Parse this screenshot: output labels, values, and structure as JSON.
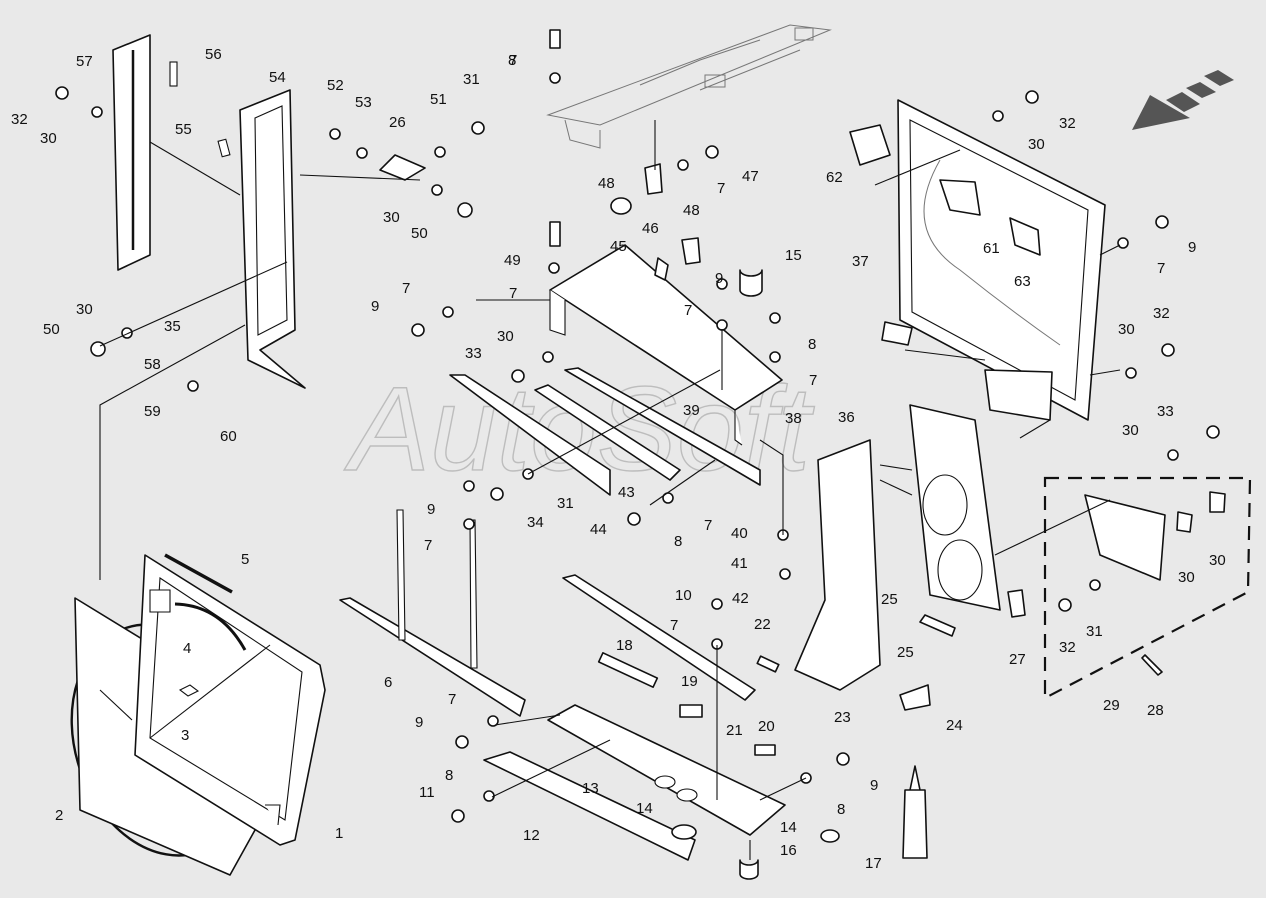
{
  "watermark": "AutoSoft",
  "callouts": [
    "1",
    "2",
    "3",
    "4",
    "5",
    "6",
    "7",
    "7",
    "7",
    "7",
    "7",
    "7",
    "7",
    "7",
    "7",
    "7",
    "7",
    "8",
    "8",
    "8",
    "8",
    "8",
    "9",
    "9",
    "9",
    "9",
    "9",
    "9",
    "10",
    "11",
    "12",
    "13",
    "14",
    "14",
    "15",
    "16",
    "17",
    "18",
    "19",
    "20",
    "21",
    "22",
    "23",
    "24",
    "25",
    "25",
    "26",
    "27",
    "28",
    "29",
    "30",
    "30",
    "30",
    "30",
    "30",
    "30",
    "30",
    "30",
    "30",
    "31",
    "31",
    "31",
    "32",
    "32",
    "32",
    "32",
    "33",
    "33",
    "34",
    "35",
    "36",
    "37",
    "38",
    "39",
    "40",
    "41",
    "42",
    "43",
    "44",
    "45",
    "46",
    "47",
    "48",
    "48",
    "49",
    "50",
    "50",
    "51",
    "52",
    "53",
    "54",
    "55",
    "56",
    "57",
    "58",
    "59",
    "60",
    "61",
    "62",
    "63"
  ],
  "colors": {
    "background": "#e9e9e9",
    "line": "#111111",
    "watermark": "#bdbdbd"
  }
}
